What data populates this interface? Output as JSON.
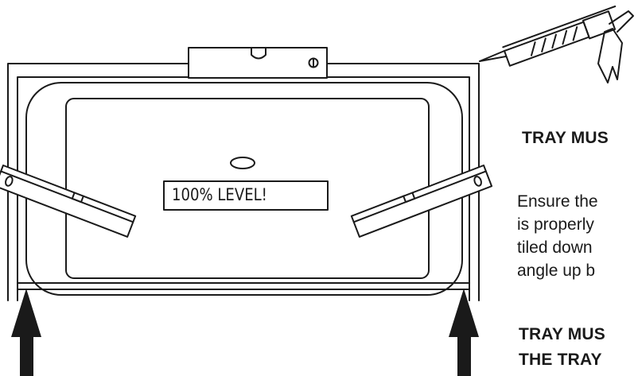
{
  "diagram": {
    "level_label": "100% LEVEL!",
    "tool_icon": "caulking-gun-icon",
    "level_icon": "spirit-level-icon",
    "arrow_icon": "arrow-up-icon"
  },
  "instructions": {
    "heading_1": "TRAY MUS",
    "paragraph_lines": [
      "Ensure the",
      "is properly",
      "tiled down",
      "angle up b"
    ],
    "heading_2_lines": [
      "TRAY MUS",
      "THE TRAY"
    ]
  },
  "colors": {
    "line": "#1a1a1a",
    "background": "#ffffff"
  }
}
